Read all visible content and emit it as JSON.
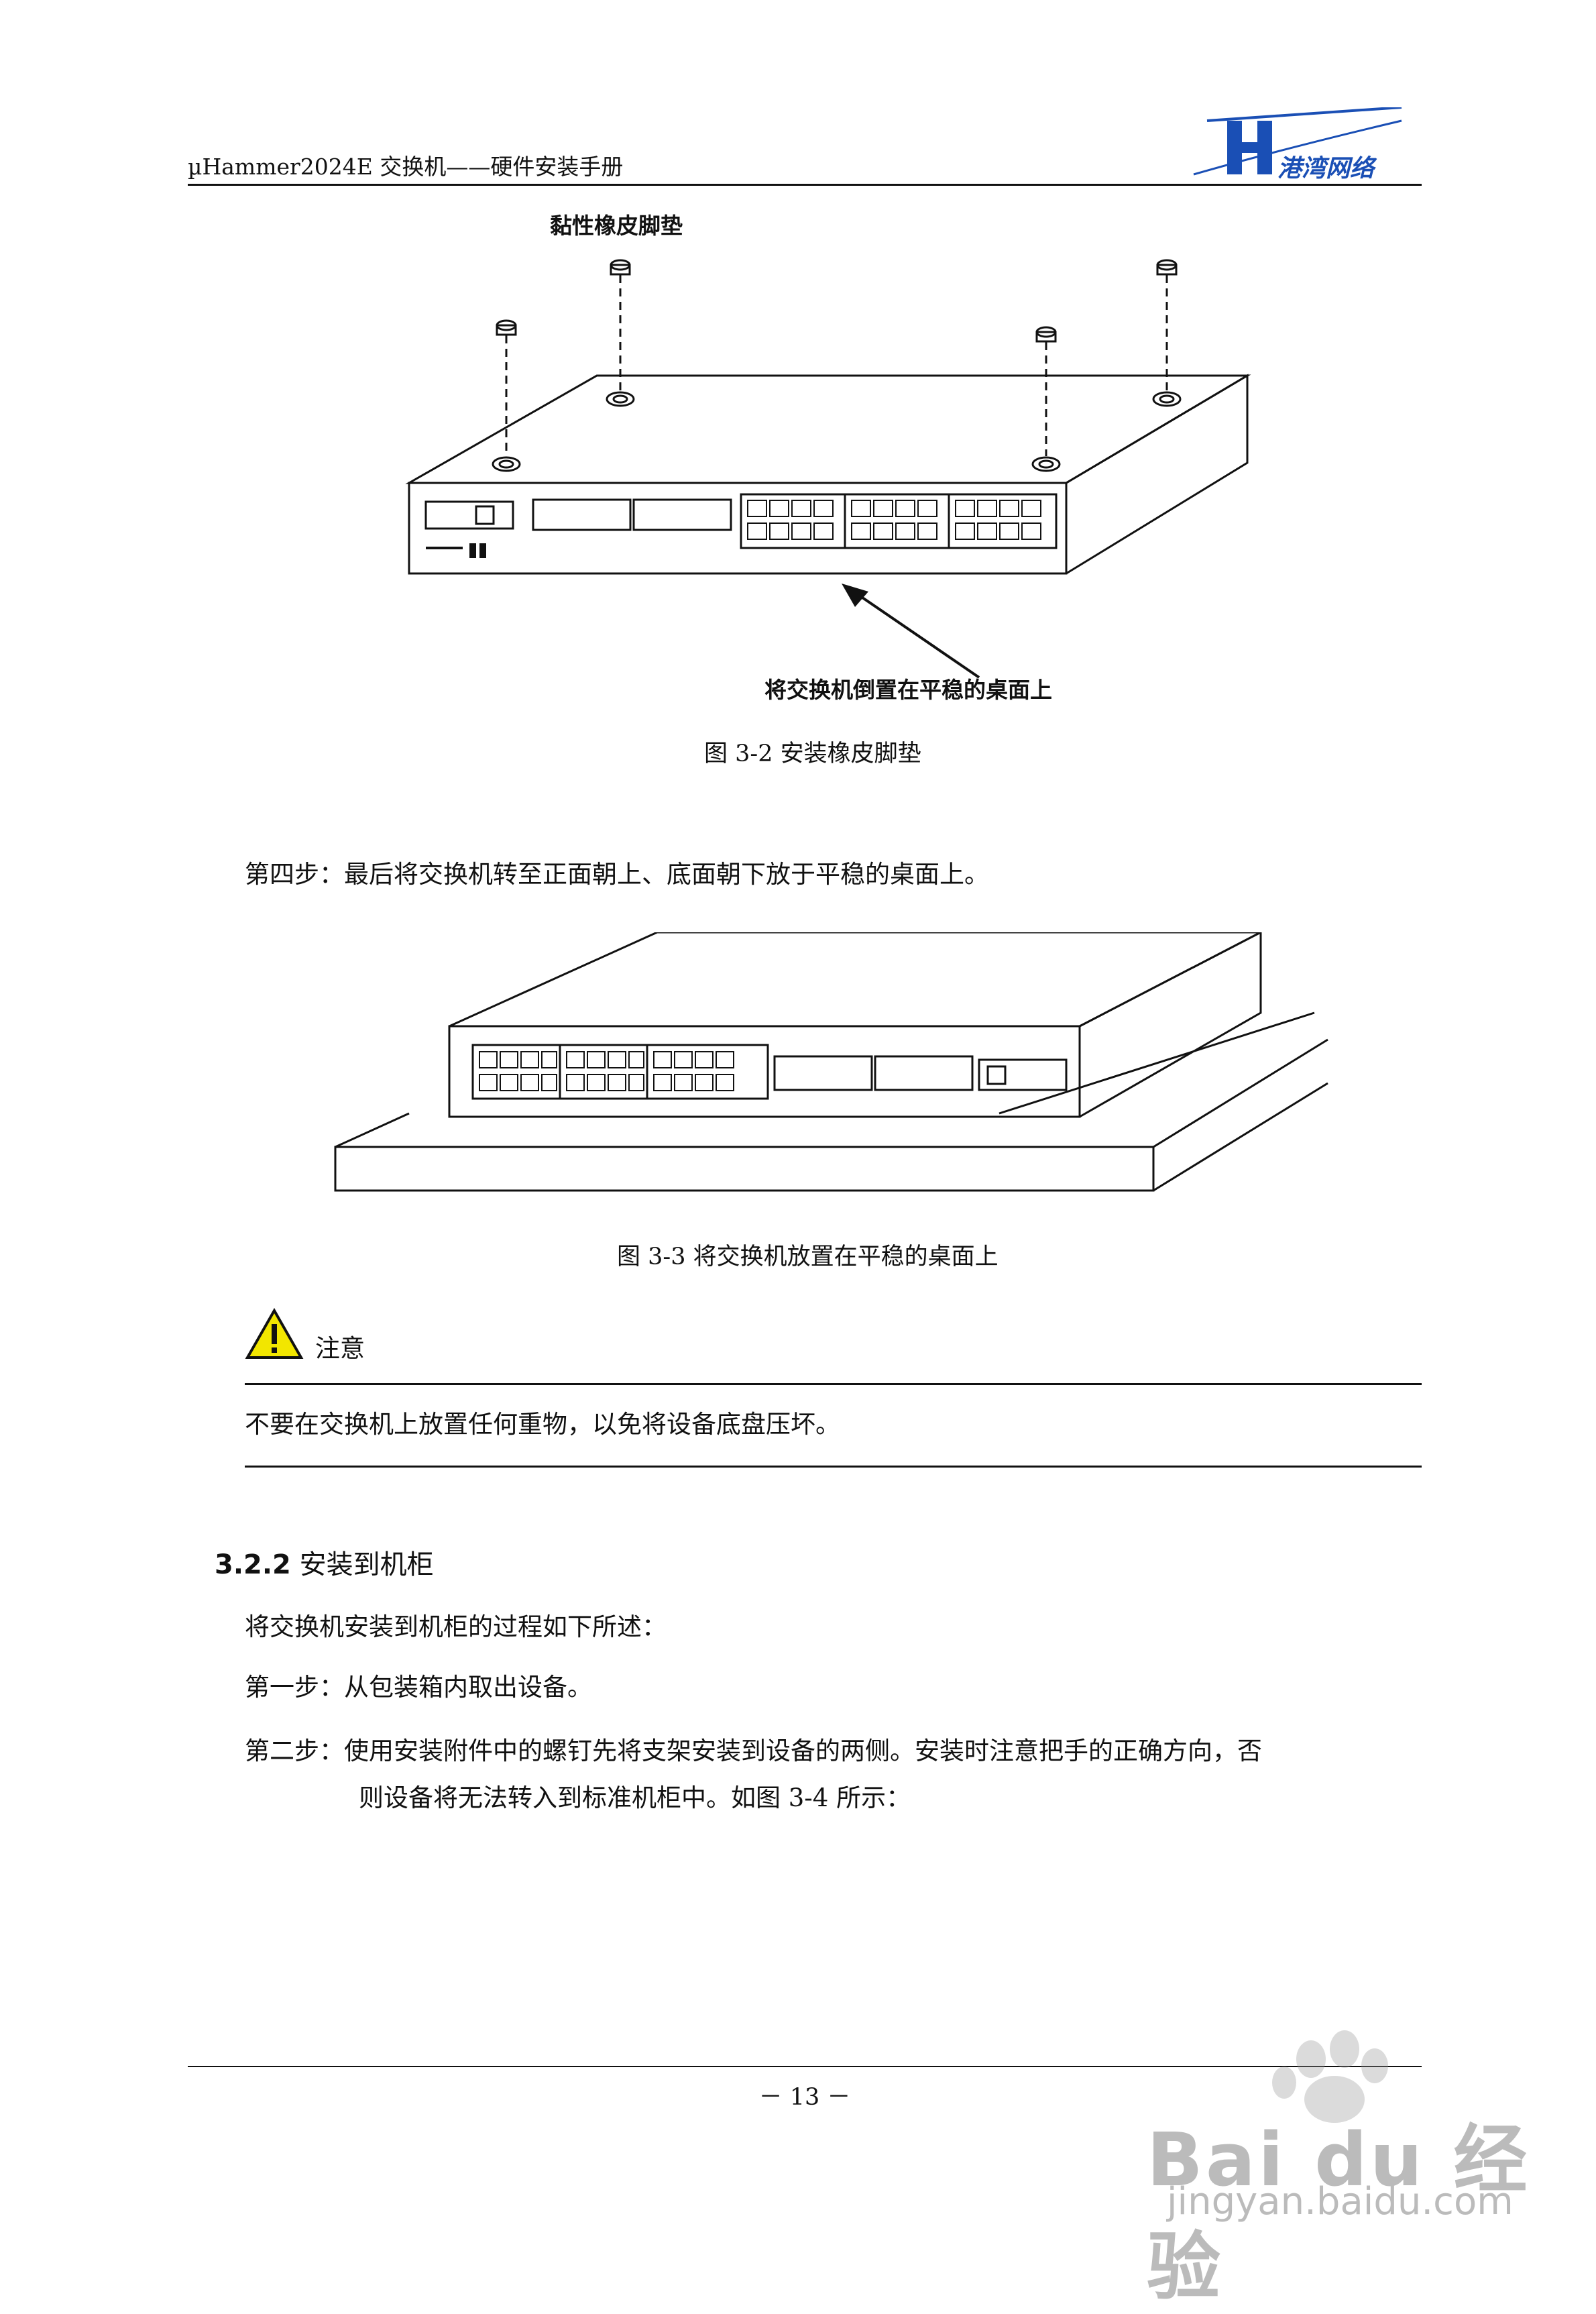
{
  "header": {
    "title": "µHammer2024E 交换机——硬件安装手册",
    "logo_text": "港湾网络",
    "brand_color": "#1a4fb5"
  },
  "figure1": {
    "label_top": "黏性橡皮脚垫",
    "label_bottom": "将交换机倒置在平稳的桌面上",
    "caption": "图 3-2 安装橡皮脚垫"
  },
  "step4": "第四步：最后将交换机转至正面朝上、底面朝下放于平稳的桌面上。",
  "figure2": {
    "caption": "图 3-3  将交换机放置在平稳的桌面上"
  },
  "note": {
    "title": "注意",
    "icon": "warning-icon",
    "text": "不要在交换机上放置任何重物，以免将设备底盘压坏。"
  },
  "section": {
    "number": "3.2.2",
    "title": "安装到机柜",
    "intro": "将交换机安装到机柜的过程如下所述：",
    "step1": "第一步：从包装箱内取出设备。",
    "step2_line1": "第二步：使用安装附件中的螺钉先将支架安装到设备的两侧。安装时注意把手的正确方向，否",
    "step2_line2": "则设备将无法转入到标准机柜中。如图 3-4 所示："
  },
  "footer": {
    "page_number": "－ 13 －"
  },
  "watermark": {
    "text1": "Bai du 经验",
    "text2": "jingyan.baidu.com"
  }
}
